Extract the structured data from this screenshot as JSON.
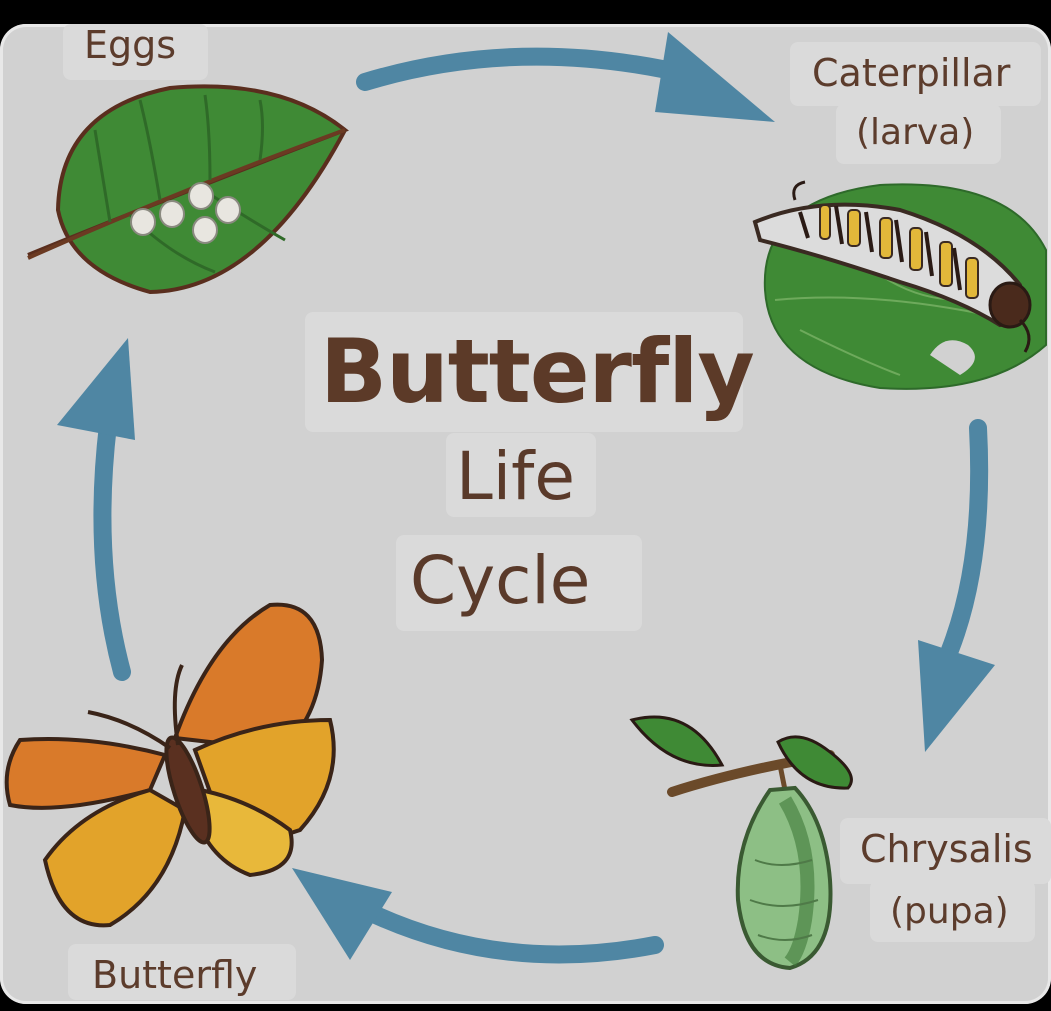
{
  "diagram": {
    "title": "Butterfly",
    "subtitle_line1": "Life",
    "subtitle_line2": "Cycle",
    "stages": {
      "eggs": {
        "label": "Eggs"
      },
      "larva": {
        "label": "Caterpillar",
        "sublabel": "(larva)"
      },
      "pupa": {
        "label": "Chrysalis",
        "sublabel": "(pupa)"
      },
      "adult": {
        "label": "Butterfly"
      }
    },
    "colors": {
      "arrow": "#4f86a3",
      "text": "#5c3a28",
      "leaf": "#3f8a35",
      "background": "#d1d1d1"
    }
  }
}
